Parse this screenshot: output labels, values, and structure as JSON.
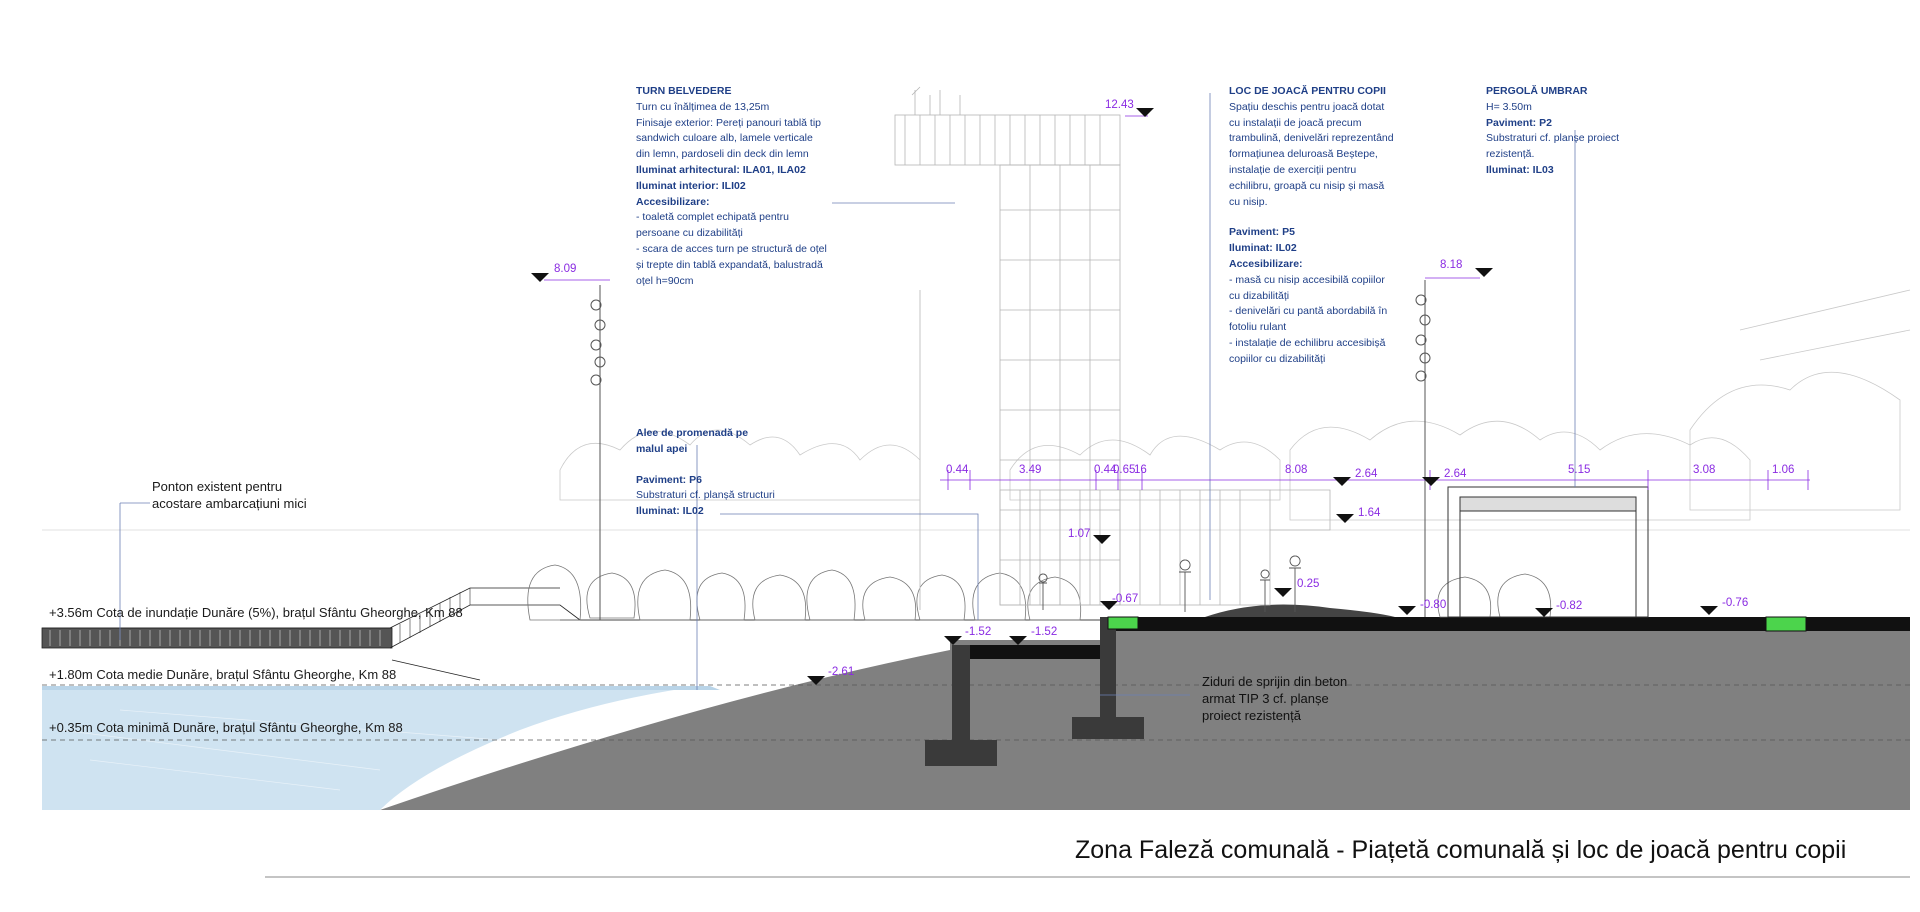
{
  "title": "Zona Faleză comunală - Piațetă comunală și loc de joacă pentru copii",
  "annotations": {
    "turn_belvedere": {
      "heading": "TURN BELVEDERE",
      "lines": [
        {
          "text": "Turn cu înălțimea de 13,25m",
          "bold": false
        },
        {
          "text": "Finisaje exterior: Pereți panouri tablă tip",
          "bold": false
        },
        {
          "text": "sandwich culoare alb, lamele verticale",
          "bold": false
        },
        {
          "text": "din lemn, pardoseli din deck din lemn",
          "bold": false
        },
        {
          "text": "Iluminat arhitectural: ILA01, ILA02",
          "bold": true
        },
        {
          "text": "Iluminat interior: ILI02",
          "bold": true
        },
        {
          "text": "Accesibilizare:",
          "bold": true
        },
        {
          "text": "- toaletă complet echipată pentru",
          "bold": false
        },
        {
          "text": "persoane cu dizabilități",
          "bold": false
        },
        {
          "text": "- scara de acces turn pe structură de oțel",
          "bold": false
        },
        {
          "text": "și trepte din tablă expandată, balustradă",
          "bold": false
        },
        {
          "text": "oțel h=90cm",
          "bold": false
        }
      ]
    },
    "loc_de_joaca": {
      "heading": "LOC DE JOACĂ PENTRU COPII",
      "lines": [
        {
          "text": "Spațiu deschis pentru joacă dotat",
          "bold": false
        },
        {
          "text": "cu instalații de joacă precum",
          "bold": false
        },
        {
          "text": "trambulină, denivelări reprezentând",
          "bold": false
        },
        {
          "text": "formațiunea deluroasă Beștepe,",
          "bold": false
        },
        {
          "text": "instalație de exerciții pentru",
          "bold": false
        },
        {
          "text": "echilibru, groapă cu nisip și masă",
          "bold": false
        },
        {
          "text": "cu nisip.",
          "bold": false
        },
        {
          "text": "",
          "bold": false
        },
        {
          "text": "Paviment: P5",
          "bold": true
        },
        {
          "text": "Iluminat: IL02",
          "bold": true
        },
        {
          "text": "Accesibilizare:",
          "bold": true
        },
        {
          "text": "- masă cu nisip accesibilă copiilor",
          "bold": false
        },
        {
          "text": "cu dizabilități",
          "bold": false
        },
        {
          "text": "- denivelări cu pantă abordabilă în",
          "bold": false
        },
        {
          "text": "fotoliu rulant",
          "bold": false
        },
        {
          "text": "- instalație de echilibru accesibișă",
          "bold": false
        },
        {
          "text": "copiilor cu dizabilități",
          "bold": false
        }
      ]
    },
    "pergola": {
      "heading": "PERGOLĂ UMBRAR",
      "lines": [
        {
          "text": "H= 3.50m",
          "bold": false
        },
        {
          "text": "Paviment: P2",
          "bold": true
        },
        {
          "text": "Substraturi cf. planșe proiect",
          "bold": false
        },
        {
          "text": "rezistență.",
          "bold": false
        },
        {
          "text": "Iluminat: IL03",
          "bold": true
        }
      ]
    },
    "alee": {
      "heading_lines": [
        "Alee de promenadă pe",
        "malul apei"
      ],
      "lines": [
        {
          "text": "",
          "bold": false
        },
        {
          "text": "Paviment: P6",
          "bold": true
        },
        {
          "text": "Substraturi cf. planșă structuri",
          "bold": false
        },
        {
          "text": "Iluminat: IL02",
          "bold": true
        }
      ]
    }
  },
  "labels": {
    "ponton": [
      "Ponton existent pentru",
      "acostare ambarcațiuni mici"
    ],
    "flood_level": "+3.56m Cota de inundație Dunăre (5%), brațul Sfântu Gheorghe, Km 88",
    "mean_level": "+1.80m Cota medie Dunăre, brațul Sfântu Gheorghe, Km 88",
    "min_level": "+0.35m Cota minimă Dunăre, brațul Sfântu Gheorghe, Km 88",
    "retaining_wall": [
      "Ziduri de sprijin din beton",
      "armat TIP 3 cf. planșe",
      "proiect rezistență"
    ]
  },
  "elevations": {
    "tower_top": "12.43",
    "lamp_left": "8.09",
    "lamp_right": "8.18",
    "e264a": "2.64",
    "e264b": "2.64",
    "e164": "1.64",
    "e107": "1.07",
    "e067": "-0.67",
    "e025": "0.25",
    "e080": "-0.80",
    "e082": "-0.82",
    "e076": "-0.76",
    "e152a": "-1.52",
    "e152b": "-1.52",
    "e261": "-2.61"
  },
  "dimensions": {
    "d1": "0.44",
    "d2": "3.49",
    "d3": "0.44",
    "d4": "0.65",
    "d5": "16",
    "d6": "8.08",
    "d7": "5.15",
    "d8": "3.08",
    "d9": "1.06"
  },
  "colors": {
    "annotation_text": "#1f3f87",
    "dimension_text": "#8a2be2",
    "water": "#cfe3f1",
    "ground": "#808080",
    "wall": "#3a3a3a",
    "green_element": "#4cd44c"
  }
}
